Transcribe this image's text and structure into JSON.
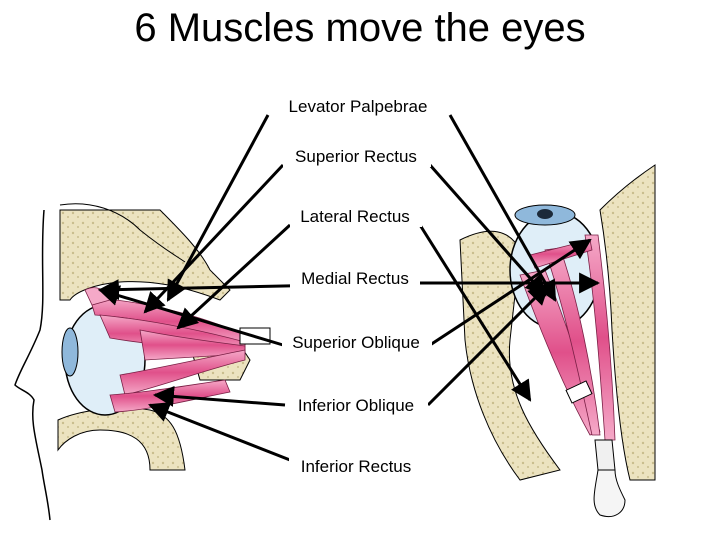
{
  "title": "6 Muscles move the eyes",
  "labels": [
    "Levator Palpebrae",
    "Superior Rectus",
    "Lateral Rectus",
    "Medial Rectus",
    "Superior Oblique",
    "Inferior Oblique",
    "Inferior Rectus"
  ],
  "colors": {
    "muscle": "#e0508a",
    "muscle_light": "#f4a6c6",
    "bone": "#e9dfb8",
    "bone_dots": "#c9bd8d",
    "eye": "#c7dff0",
    "eye_outline": "#000000",
    "arrow": "#000000"
  },
  "icons": [
    "eye-side-view-illustration",
    "eye-top-view-illustration"
  ]
}
